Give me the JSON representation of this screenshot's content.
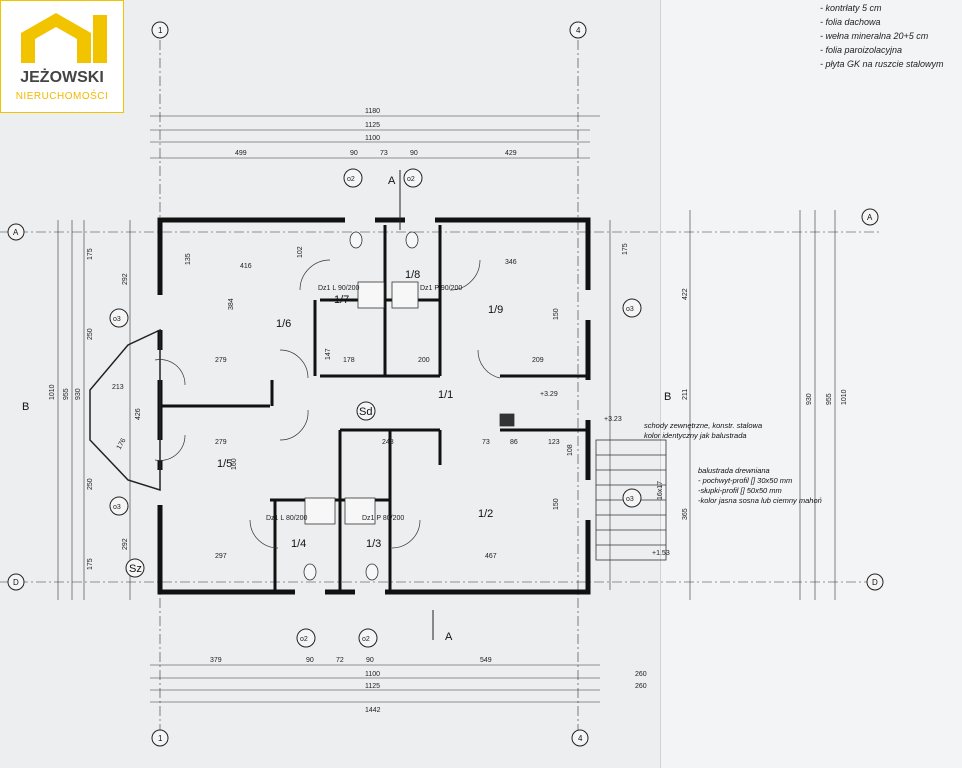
{
  "logo": {
    "name": "JEŻOWSKI",
    "subtitle": "NIERUCHOMOŚCI",
    "color": "#f2c400"
  },
  "notes_top_right": [
    "- kontrłaty 5 cm",
    "- folia dachowa",
    "- wełna mineralna 20+5 cm",
    "- folia paroizolacyjna",
    "- płyta GK na ruszcie stalowym"
  ],
  "axes": {
    "a": "A",
    "d": "D",
    "c1": "1",
    "c4": "4"
  },
  "section_marks": {
    "a": "A",
    "b": "B"
  },
  "rooms": [
    "1/1",
    "1/2",
    "1/3",
    "1/4",
    "1/5",
    "1/6",
    "1/7",
    "1/8",
    "1/9",
    "Sd",
    "Sz"
  ],
  "windows": {
    "o2": "o2",
    "o3": "o3"
  },
  "dims_top": [
    "1180",
    "1125",
    "1100",
    "499",
    "90",
    "73",
    "90",
    "429"
  ],
  "dims_bottom": [
    "379",
    "90",
    "72",
    "90",
    "549",
    "1100",
    "1125",
    "1442",
    "260",
    "260"
  ],
  "dims_left": [
    "930",
    "955",
    "1010",
    "292",
    "250",
    "250",
    "292",
    "175",
    "175"
  ],
  "dims_right": [
    "930",
    "955",
    "1010",
    "422",
    "211",
    "365",
    "175"
  ],
  "dims_inner": [
    "416",
    "384",
    "346",
    "279",
    "279",
    "297",
    "467",
    "178",
    "200",
    "209",
    "248",
    "213",
    "176",
    "426",
    "147",
    "160",
    "86",
    "73",
    "123",
    "108",
    "150",
    "150",
    "102",
    "135"
  ],
  "doors": [
    "Dz1 L 90/200",
    "Dz1 P 90/200",
    "Dz1 P 80/200",
    "Dz1 L 80/200"
  ],
  "levels": [
    "+3.29",
    "+3.23",
    "+1.53"
  ],
  "notes_stairs": [
    "schody zewnętrzne, konstr. stalowa",
    "kolor identyczny jak balustrada"
  ],
  "notes_railing": [
    "balustrada drewniana",
    "- pochwyt-profil [] 30x50 mm",
    "-słupki-profil [] 50x50 mm",
    "-kolor jasna sosna lub ciemny mahoń"
  ],
  "stair_dim": "16x17"
}
